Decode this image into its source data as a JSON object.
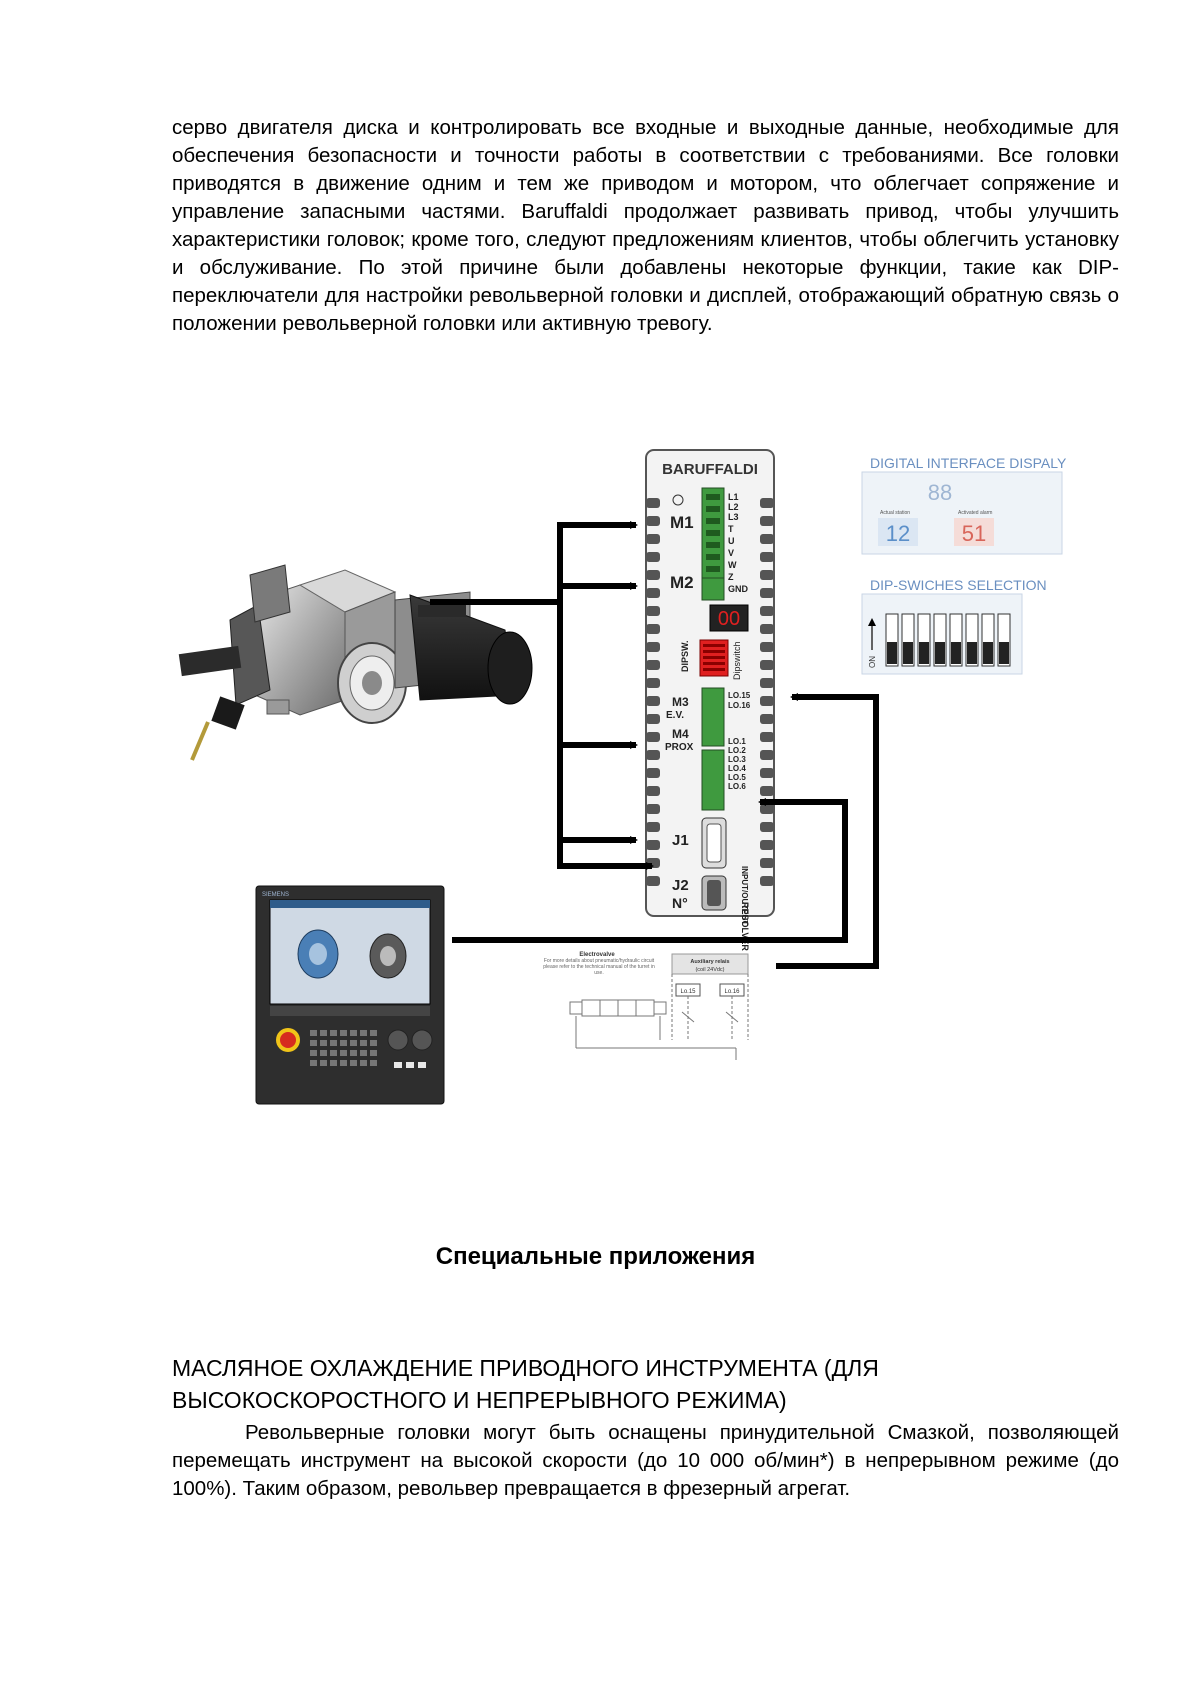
{
  "intro_text": "серво двигателя диска и контролировать все входные и выходные данные, необходимые для обеспечения безопасности и точности работы в соответствии с требованиями. Все головки приводятся в движение одним и тем же приводом и мотором, что облегчает сопряжение и управление запасными частями. Baruffaldi продолжает развивать привод, чтобы улучшить характеристики головок; кроме того, следуют предложениям клиентов, чтобы облегчить установку и обслуживание. По этой причине были добавлены некоторые функции, такие как DIP-переключатели для настройки револьверной головки и дисплей, отображающий обратную связь о положении револьверной головки или активную тревогу.",
  "figure": {
    "drive": {
      "brand": "BARUFFALDI",
      "ports": {
        "m1": "M1",
        "m2": "M2",
        "m3": "M3",
        "ev": "E.V.",
        "m4": "M4",
        "prox": "PROX",
        "j1": "J1",
        "j2": "J2",
        "n": "N°"
      },
      "display_digits": "00",
      "dipsw_label": "DIPSW.",
      "dipswitch_label": "Dipswitch",
      "m1_pins": [
        "L1",
        "L2",
        "L3",
        "T",
        "U",
        "V",
        "W",
        "Z",
        "GND"
      ],
      "m3_pins": [
        "LO.15",
        "LO.16"
      ],
      "m4_pins": [
        "LO.1",
        "LO.2",
        "LO.3",
        "LO.4",
        "LO.5",
        "LO.6"
      ],
      "input_output": "INPUT/OUTPUT",
      "resolver": "RESOLVER"
    },
    "digital_display": {
      "title": "DIGITAL INTERFACE DISPALY",
      "digits": "88",
      "actual_station_label": "Actual station",
      "actual_station_value": "12",
      "activated_alarm_label": "Activated alarm",
      "activated_alarm_value": "51"
    },
    "dip_switches": {
      "title": "DIP-SWICHES SELECTION",
      "on_label": "ON",
      "count": 8
    },
    "valve_diagram": {
      "valve_title": "Electrovalve",
      "valve_note": "For more details about pneumatic/hydraulic circuit please refer to the technical manual of the turret in use.",
      "relais_title": "Auxiliary relais",
      "relais_sub": "(coil 24Vdc)",
      "relay1": "Lo.15",
      "relay2": "Lo.16"
    },
    "cnc_panel": {
      "brand": "SIEMENS"
    }
  },
  "section_title": "Специальные приложения",
  "subheading": "МАСЛЯНОЕ ОХЛАЖДЕНИЕ ПРИВОДНОГО ИНСТРУМЕНТА (ДЛЯ ВЫСОКОСКОРОСТНОГО И НЕПРЕРЫВНОГО РЕЖИМА)",
  "body_text": "Револьверные головки могут быть оснащены принудительной Смазкой, позволяющей перемещать инструмент на высокой скорости (до  10 000 об/мин*) в непрерывном режиме (до 100%). Таким образом, револьвер превращается в фрезерный агрегат.",
  "colors": {
    "display_blue": "#5b8fc9",
    "display_red": "#d8655a",
    "led_red": "#e02020",
    "terminal_green": "#3f9a3f",
    "estop_red": "#d62b1f"
  }
}
